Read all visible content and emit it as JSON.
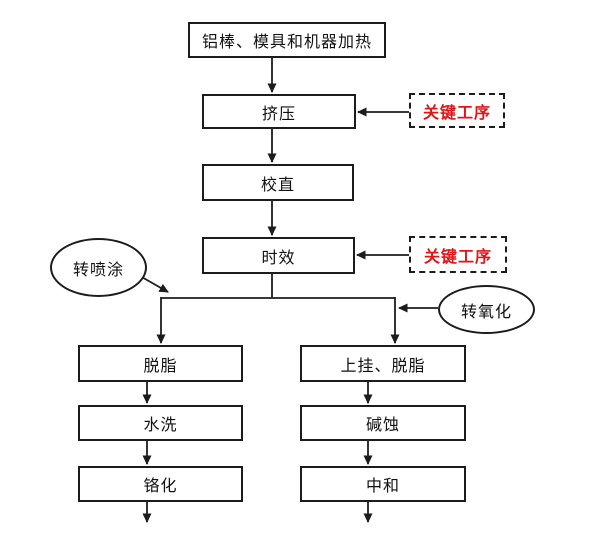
{
  "colors": {
    "line": "#1c1c1c",
    "key_process_text": "#e01517",
    "background": "#ffffff"
  },
  "nodes": {
    "heat": {
      "label": "铝棒、模具和机器加热"
    },
    "extrude": {
      "label": "挤压"
    },
    "key_process_1": {
      "label": "关键工序"
    },
    "straighten": {
      "label": "校直"
    },
    "aging": {
      "label": "时效"
    },
    "key_process_2": {
      "label": "关键工序"
    },
    "to_spray": {
      "label": "转喷涂"
    },
    "to_oxide": {
      "label": "转氧化"
    },
    "degrease": {
      "label": "脱脂"
    },
    "water_wash": {
      "label": "水洗"
    },
    "chromate": {
      "label": "铬化"
    },
    "hang_degrease": {
      "label": "上挂、脱脂"
    },
    "alkali_etch": {
      "label": "碱蚀"
    },
    "neutralize": {
      "label": "中和"
    }
  }
}
